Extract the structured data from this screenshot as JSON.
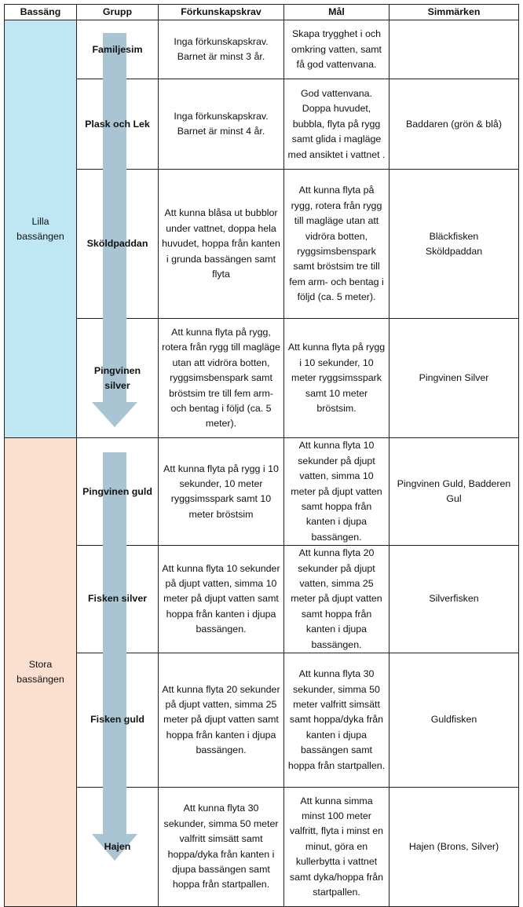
{
  "headers": [
    "Bassäng",
    "Grupp",
    "Förkunskapskrav",
    "Mål",
    "Simmärken"
  ],
  "pools": {
    "lilla": "Lilla bassängen",
    "stora_line1": "Stora",
    "stora_line2": "bassängen"
  },
  "colors": {
    "lilla": "#bfe6f3",
    "stora": "#fbdfcf",
    "arrow": "#a9c4d3"
  },
  "rows": [
    {
      "group": "Familjesim",
      "req": "Inga förkunskapskrav. Barnet är minst 3 år.",
      "goal": "Skapa trygghet i och omkring vatten, samt få god vattenvana.",
      "badge": ""
    },
    {
      "group": "Plask och Lek",
      "req": "Inga förkunskapskrav. Barnet är minst 4 år.",
      "goal": "God vattenvana. Doppa huvudet, bubbla, flyta på rygg samt glida i magläge med ansiktet i vattnet .",
      "badge": "Baddaren (grön & blå)"
    },
    {
      "group": "Sköldpaddan",
      "req": "Att kunna blåsa ut bubblor under vattnet, doppa hela huvudet, hoppa från kanten i grunda bassängen samt flyta",
      "goal": "Att kunna flyta på rygg, rotera från rygg till magläge utan att vidröra botten, ryggsimsbenspark samt bröstsim tre till fem arm- och bentag i följd (ca. 5 meter).",
      "badge_a": "Bläckfisken",
      "badge_b": "Sköldpaddan"
    },
    {
      "group": "Pingvinen silver",
      "req": "Att kunna flyta på rygg, rotera från rygg till magläge utan att vidröra botten, ryggsimsbenspark samt bröstsim tre till fem arm- och bentag i följd (ca. 5 meter).",
      "goal": "Att kunna flyta på rygg i 10 sekunder, 10 meter ryggsimsspark samt 10 meter bröstsim.",
      "badge": "Pingvinen Silver"
    },
    {
      "group": "Pingvinen guld",
      "req": "Att kunna flyta på rygg i 10 sekunder, 10 meter ryggsimsspark samt 10 meter bröstsim",
      "goal": "Att kunna flyta 10 sekunder på djupt vatten, simma 10 meter på djupt vatten samt hoppa från kanten i djupa bassängen.",
      "badge": "Pingvinen Guld, Badderen Gul"
    },
    {
      "group": "Fisken silver",
      "req": "Att kunna flyta 10 sekunder på djupt vatten, simma 10 meter på djupt vatten samt hoppa från kanten i djupa bassängen.",
      "goal": "Att kunna flyta 20 sekunder på djupt vatten, simma 25 meter på djupt vatten samt hoppa från kanten i djupa bassängen.",
      "badge": "Silverfisken"
    },
    {
      "group": "Fisken guld",
      "req": "Att kunna flyta 20 sekunder på djupt vatten, simma 25 meter på djupt vatten samt hoppa från kanten i djupa bassängen.",
      "goal": "Att kunna flyta 30 sekunder, simma 50 meter valfritt simsätt samt hoppa/dyka från kanten i djupa bassängen samt hoppa från startpallen.",
      "badge": "Guldfisken"
    },
    {
      "group": "Hajen",
      "req": "Att kunna flyta 30 sekunder, simma 50 meter valfritt simsätt samt hoppa/dyka från kanten i djupa bassängen samt hoppa från startpallen.",
      "goal": "Att kunna simma minst 100 meter valfritt, flyta i minst en minut, göra en kullerbytta i vattnet samt dyka/hoppa från startpallen.",
      "badge": "Hajen (Brons, Silver)"
    }
  ]
}
